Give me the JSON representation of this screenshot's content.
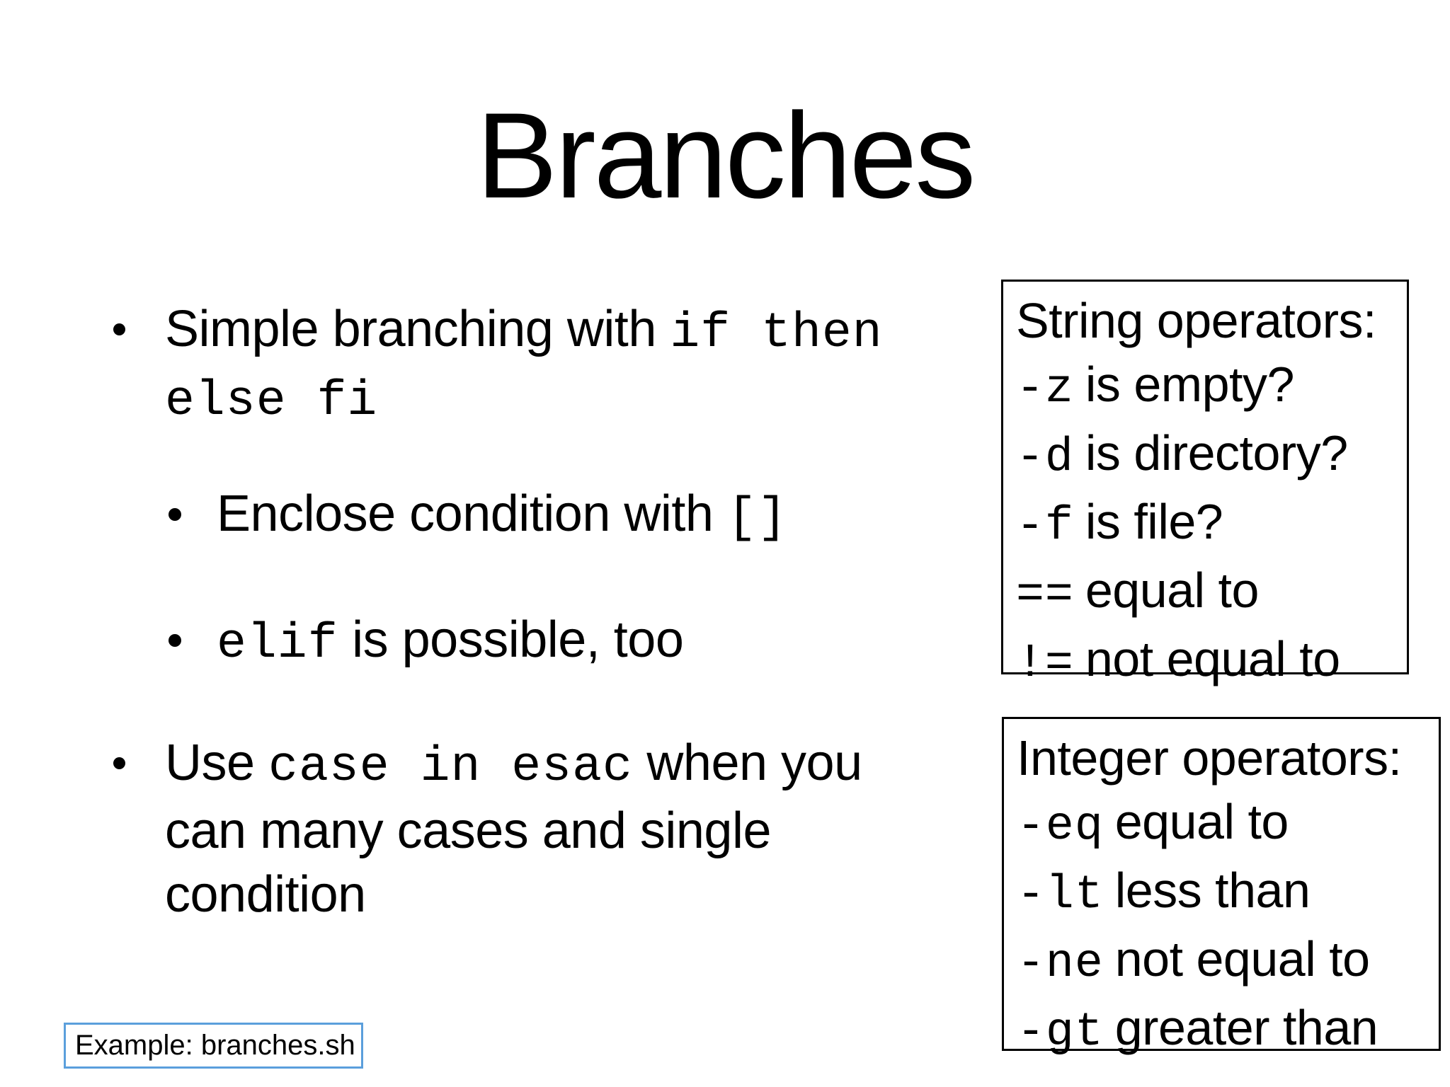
{
  "slide": {
    "title": "Branches"
  },
  "bullets": {
    "b1_pre": "Simple branching with ",
    "b1_code_line1": "if then",
    "b1_code_line2": "else fi",
    "s1_pre": "Enclose condition with ",
    "s1_code": "[]",
    "s2_code": "elif",
    "s2_post": " is possible, too",
    "b3_pre": "Use ",
    "b3_code": "case in esac",
    "b3_post": " when you",
    "b3_line2": "can many cases and single",
    "b3_line3": "condition"
  },
  "string_box": {
    "title": "String operators:",
    "rows": [
      {
        "op": "-z",
        "desc": "is empty?"
      },
      {
        "op": "-d",
        "desc": "is directory?"
      },
      {
        "op": "-f",
        "desc": "is file?"
      },
      {
        "op": "==",
        "desc": "equal to"
      },
      {
        "op": "!=",
        "desc": "not equal to"
      }
    ]
  },
  "integer_box": {
    "title": "Integer operators:",
    "rows": [
      {
        "op": "-eq",
        "desc": "equal to"
      },
      {
        "op": "-lt",
        "desc": "less than"
      },
      {
        "op": "-ne",
        "desc": "not equal to"
      },
      {
        "op": "-gt",
        "desc": "greater than"
      }
    ]
  },
  "footer": {
    "example_label": "Example: branches.sh"
  },
  "colors": {
    "text": "#000000",
    "box_border": "#000000",
    "example_border": "#5b9fdc"
  }
}
